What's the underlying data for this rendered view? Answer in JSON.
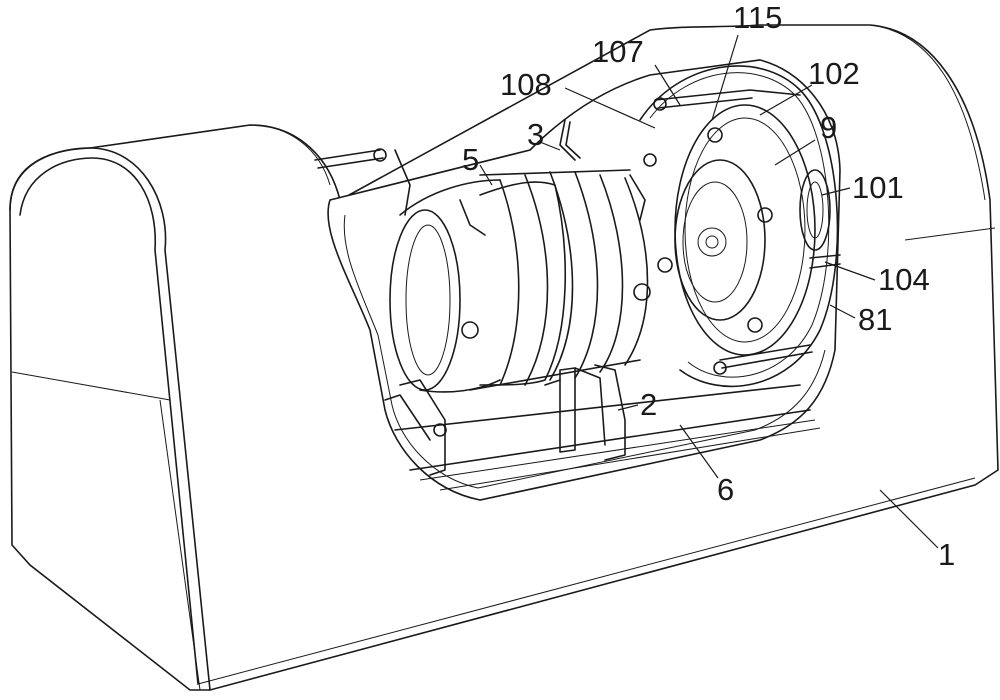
{
  "figure": {
    "labels": [
      {
        "id": "label-115",
        "text": "115"
      },
      {
        "id": "label-107",
        "text": "107"
      },
      {
        "id": "label-102",
        "text": "102"
      },
      {
        "id": "label-108",
        "text": "108"
      },
      {
        "id": "label-9",
        "text": "9"
      },
      {
        "id": "label-3",
        "text": "3"
      },
      {
        "id": "label-5",
        "text": "5"
      },
      {
        "id": "label-101",
        "text": "101"
      },
      {
        "id": "label-104",
        "text": "104"
      },
      {
        "id": "label-81",
        "text": "81"
      },
      {
        "id": "label-2",
        "text": "2"
      },
      {
        "id": "label-6",
        "text": "6"
      },
      {
        "id": "label-1",
        "text": "1"
      }
    ]
  }
}
